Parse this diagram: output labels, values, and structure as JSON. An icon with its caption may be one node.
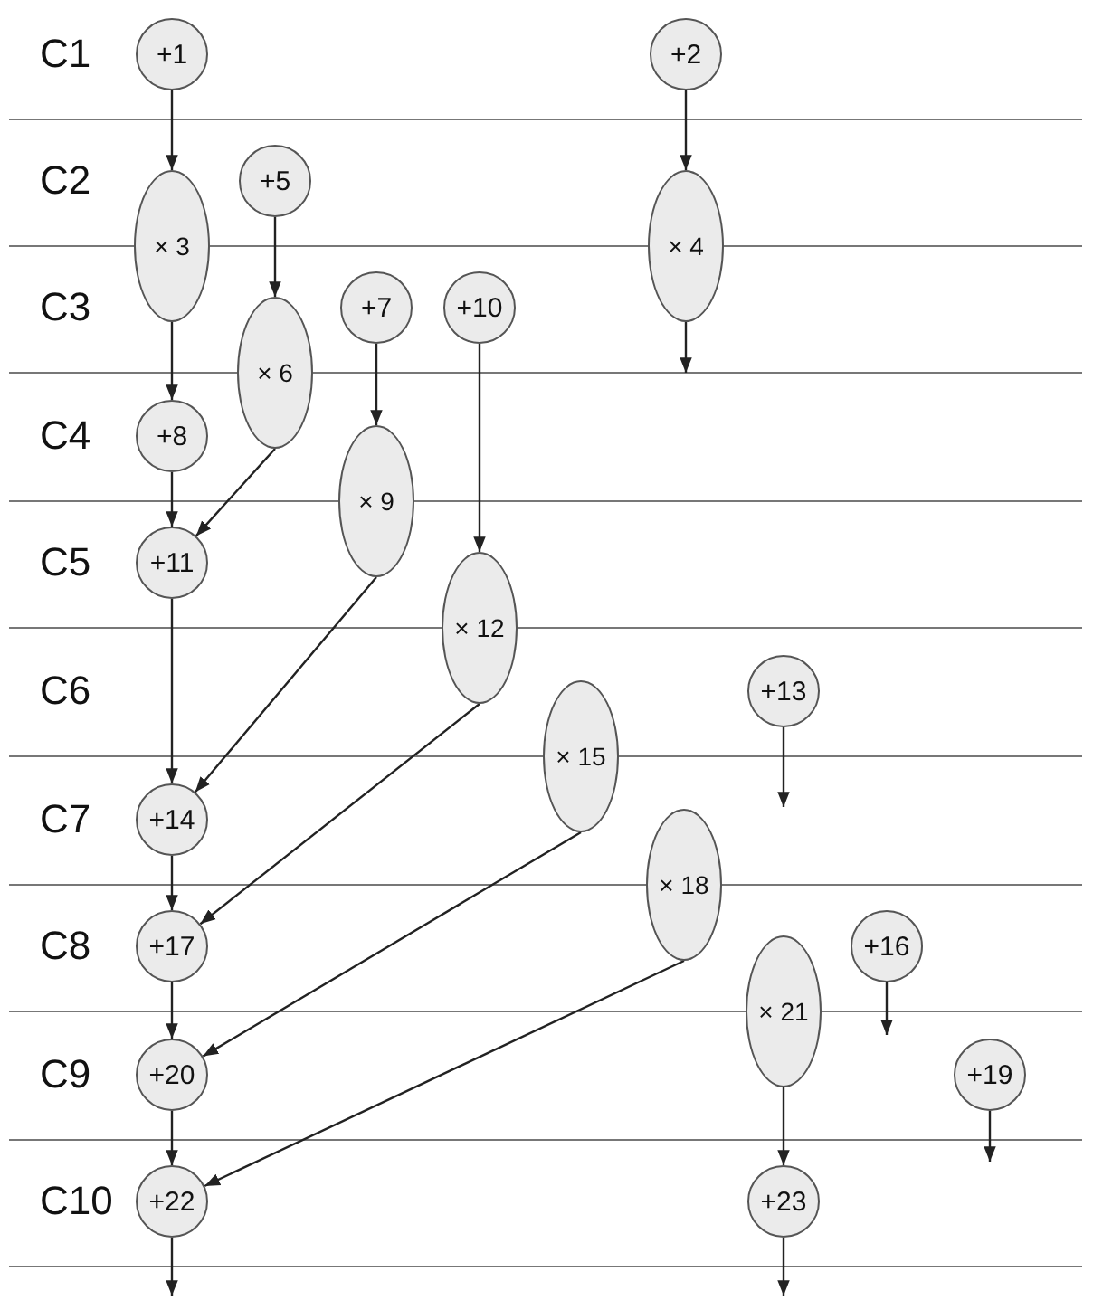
{
  "diagram": {
    "nodes": [
      {
        "text": [
          "+1"
        ]
      },
      {
        "text": [
          "+2"
        ]
      },
      {
        "text": [
          "× 3"
        ]
      },
      {
        "text": [
          "× 4"
        ]
      },
      {
        "text": [
          "+5"
        ]
      },
      {
        "text": [
          "× 6"
        ]
      },
      {
        "text": [
          "+7"
        ]
      },
      {
        "text": [
          "+8"
        ]
      },
      {
        "text": [
          "× 9"
        ]
      },
      {
        "text": [
          "+10"
        ]
      },
      {
        "text": [
          "+11"
        ]
      },
      {
        "text": [
          "× 12"
        ]
      },
      {
        "text": [
          "+13"
        ]
      },
      {
        "text": [
          "+14"
        ]
      },
      {
        "text": [
          "× 15"
        ]
      },
      {
        "text": [
          "+16"
        ]
      },
      {
        "text": [
          "+17"
        ]
      },
      {
        "text": [
          "× 18"
        ]
      },
      {
        "text": [
          "+19"
        ]
      },
      {
        "text": [
          "+20"
        ]
      },
      {
        "text": [
          "× 21"
        ]
      },
      {
        "text": [
          "+22"
        ]
      },
      {
        "text": [
          "+23"
        ]
      }
    ],
    "edges": [
      {
        "from": 0,
        "to": 2,
        "arrow": "to"
      },
      {
        "from": 1,
        "to": 3,
        "arrow": "to"
      },
      {
        "from": 3,
        "to": null,
        "arrow": "to"
      },
      {
        "from": 4,
        "to": 5,
        "arrow": "to"
      },
      {
        "from": 2,
        "to": 7,
        "arrow": "to"
      },
      {
        "from": 6,
        "to": 8,
        "arrow": "to"
      },
      {
        "from": 9,
        "to": 11,
        "arrow": "to"
      },
      {
        "from": 7,
        "to": 10,
        "arrow": "to"
      },
      {
        "from": 5,
        "to": 10,
        "arrow": "to"
      },
      {
        "from": 10,
        "to": 13,
        "arrow": "to"
      },
      {
        "from": 8,
        "to": 13,
        "arrow": "to"
      },
      {
        "from": 12,
        "to": null,
        "arrow": "to"
      },
      {
        "from": 11,
        "to": 16,
        "arrow": "to"
      },
      {
        "from": 13,
        "to": 16,
        "arrow": "to"
      },
      {
        "from": 14,
        "to": 19,
        "arrow": "to"
      },
      {
        "from": 16,
        "to": 19,
        "arrow": "to"
      },
      {
        "from": 15,
        "to": null,
        "arrow": "to"
      },
      {
        "from": 17,
        "to": 21,
        "arrow": "to"
      },
      {
        "from": 19,
        "to": 21,
        "arrow": "to"
      },
      {
        "from": 20,
        "to": 22,
        "arrow": "to"
      },
      {
        "from": 18,
        "to": null,
        "arrow": "to"
      },
      {
        "from": 21,
        "to": null,
        "arrow": "to"
      },
      {
        "from": 22,
        "to": null,
        "arrow": "to"
      }
    ],
    "labels": [
      "C1",
      "C2",
      "C3",
      "C4",
      "C5",
      "C6",
      "C7",
      "C8",
      "C9",
      "C10"
    ]
  }
}
